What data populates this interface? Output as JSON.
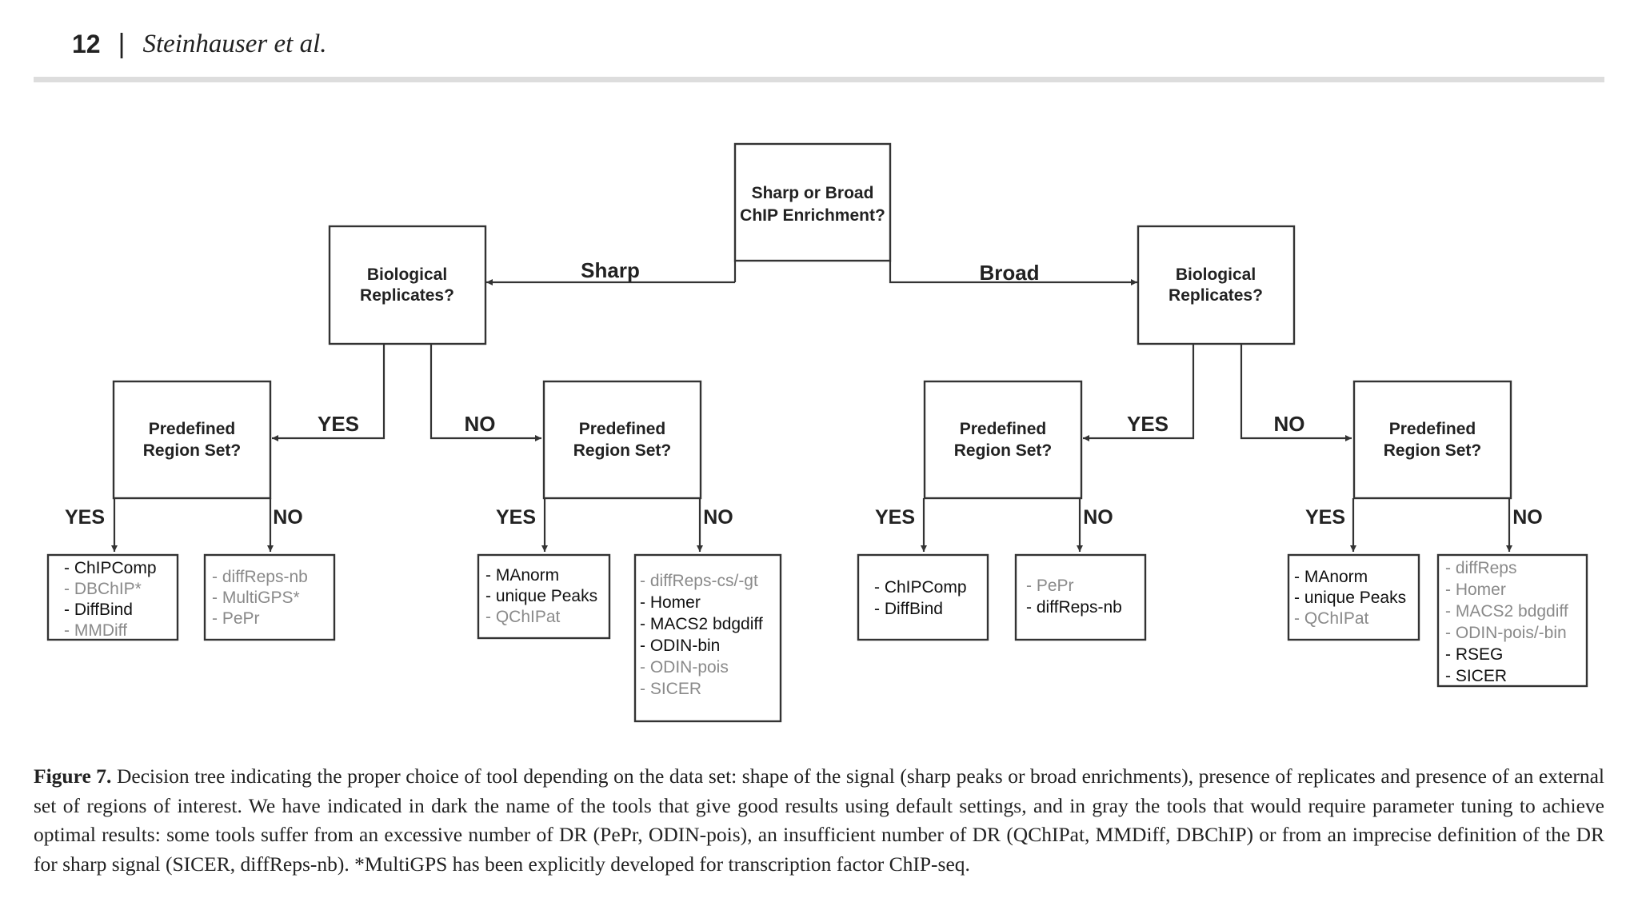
{
  "header": {
    "page_number": "12",
    "separator": "|",
    "authors": "Steinhauser et al."
  },
  "tree": {
    "root": [
      "Sharp or Broad",
      "ChIP Enrichment?"
    ],
    "replicates": [
      "Biological",
      "Replicates?"
    ],
    "region": [
      "Predefined",
      "Region Set?"
    ],
    "edges": {
      "sharp": "Sharp",
      "broad": "Broad",
      "yes": "YES",
      "no": "NO"
    },
    "leaves": {
      "sharp_yes_yes": [
        {
          "text": "- ChIPComp",
          "tone": "dark"
        },
        {
          "text": "- DBChIP*",
          "tone": "gray"
        },
        {
          "text": "- DiffBind",
          "tone": "dark"
        },
        {
          "text": "- MMDiff",
          "tone": "gray"
        }
      ],
      "sharp_yes_no": [
        {
          "text": "- diffReps-nb",
          "tone": "gray"
        },
        {
          "text": "- MultiGPS*",
          "tone": "gray"
        },
        {
          "text": "- PePr",
          "tone": "gray"
        }
      ],
      "sharp_no_yes": [
        {
          "text": "- MAnorm",
          "tone": "dark"
        },
        {
          "text": "- unique Peaks",
          "tone": "dark"
        },
        {
          "text": "- QChIPat",
          "tone": "gray"
        }
      ],
      "sharp_no_no": [
        {
          "text": "- diffReps-cs/-gt",
          "tone": "gray"
        },
        {
          "text": "- Homer",
          "tone": "dark"
        },
        {
          "text": "- MACS2 bdgdiff",
          "tone": "dark"
        },
        {
          "text": "- ODIN-bin",
          "tone": "dark"
        },
        {
          "text": "- ODIN-pois",
          "tone": "gray"
        },
        {
          "text": "- SICER",
          "tone": "gray"
        }
      ],
      "broad_yes_yes": [
        {
          "text": "- ChIPComp",
          "tone": "dark"
        },
        {
          "text": "- DiffBind",
          "tone": "dark"
        }
      ],
      "broad_yes_no": [
        {
          "text": "- PePr",
          "tone": "gray"
        },
        {
          "text": "- diffReps-nb",
          "tone": "dark"
        }
      ],
      "broad_no_yes": [
        {
          "text": "- MAnorm",
          "tone": "dark"
        },
        {
          "text": "- unique Peaks",
          "tone": "dark"
        },
        {
          "text": "- QChIPat",
          "tone": "gray"
        }
      ],
      "broad_no_no": [
        {
          "text": "- diffReps",
          "tone": "gray"
        },
        {
          "text": "- Homer",
          "tone": "gray"
        },
        {
          "text": "- MACS2 bdgdiff",
          "tone": "gray"
        },
        {
          "text": "- ODIN-pois/-bin",
          "tone": "gray"
        },
        {
          "text": "- RSEG",
          "tone": "dark"
        },
        {
          "text": "- SICER",
          "tone": "dark"
        }
      ]
    },
    "colors": {
      "dark": "#111111",
      "gray": "#8a8a8a",
      "line": "#333333"
    }
  },
  "caption": {
    "label": "Figure 7.",
    "text": " Decision tree indicating the proper choice of tool depending on the data set: shape of the signal (sharp peaks or broad enrichments), presence of replicates and presence of an external set of regions of interest. We have indicated in dark the name of the tools that give good results using default settings, and in gray the tools that would require parameter tuning to achieve optimal results: some tools suffer from an excessive number of DR (PePr, ODIN-pois), an insufficient number of DR (QChIPat, MMDiff, DBChIP) or from an imprecise definition of the DR for sharp signal (SICER, diffReps-nb). *MultiGPS has been explicitly developed for transcription factor ChIP-seq."
  }
}
